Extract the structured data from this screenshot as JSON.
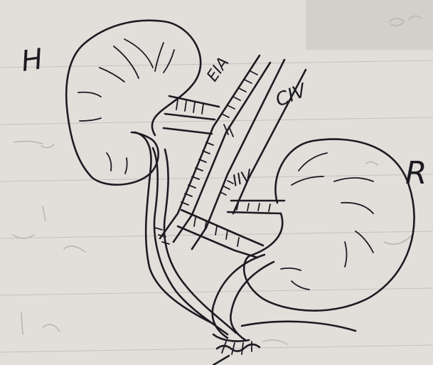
{
  "labels": {
    "left_kidney": "H",
    "eia": "EIA",
    "civ": "CIV",
    "iiv": "IIV",
    "right_kidney": "R"
  }
}
